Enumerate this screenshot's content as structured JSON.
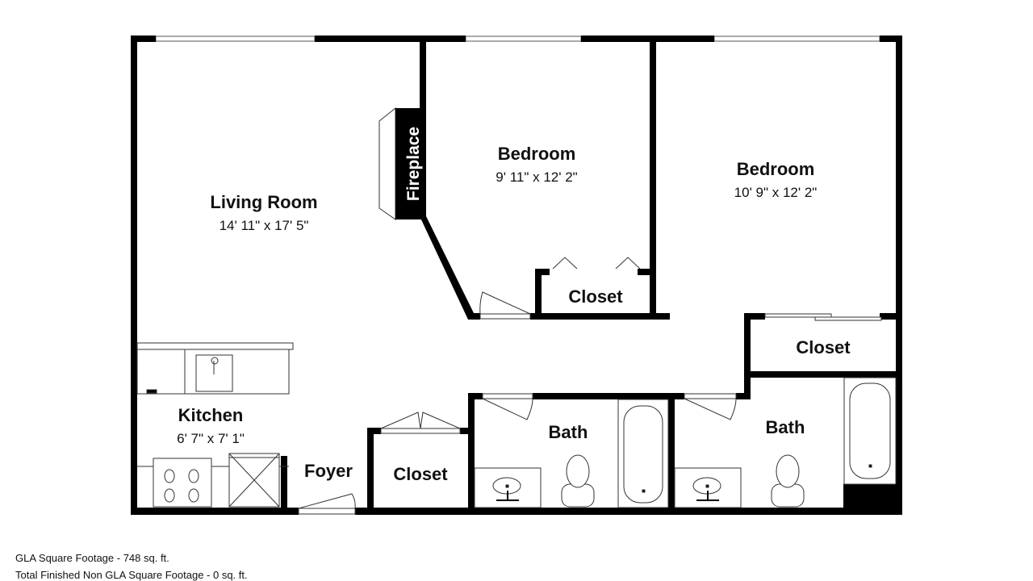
{
  "rooms": {
    "living_room": {
      "name": "Living Room",
      "dims": "14' 11\" x 17' 5\""
    },
    "bedroom_1": {
      "name": "Bedroom",
      "dims": "9' 11\" x 12' 2\""
    },
    "bedroom_2": {
      "name": "Bedroom",
      "dims": "10' 9\" x 12' 2\""
    },
    "kitchen": {
      "name": "Kitchen",
      "dims": "6' 7\" x 7' 1\""
    },
    "fireplace": {
      "name": "Fireplace"
    },
    "closet_bedroom": {
      "name": "Closet"
    },
    "closet_hall": {
      "name": "Closet"
    },
    "closet_foyer": {
      "name": "Closet"
    },
    "foyer": {
      "name": "Foyer"
    },
    "bath_1": {
      "name": "Bath"
    },
    "bath_2": {
      "name": "Bath"
    }
  },
  "footer": {
    "gla": "GLA Square Footage - 748 sq. ft.",
    "non_gla": "Total Finished Non GLA Square Footage - 0 sq. ft."
  },
  "colors": {
    "wall": "#000000",
    "background": "#ffffff"
  }
}
